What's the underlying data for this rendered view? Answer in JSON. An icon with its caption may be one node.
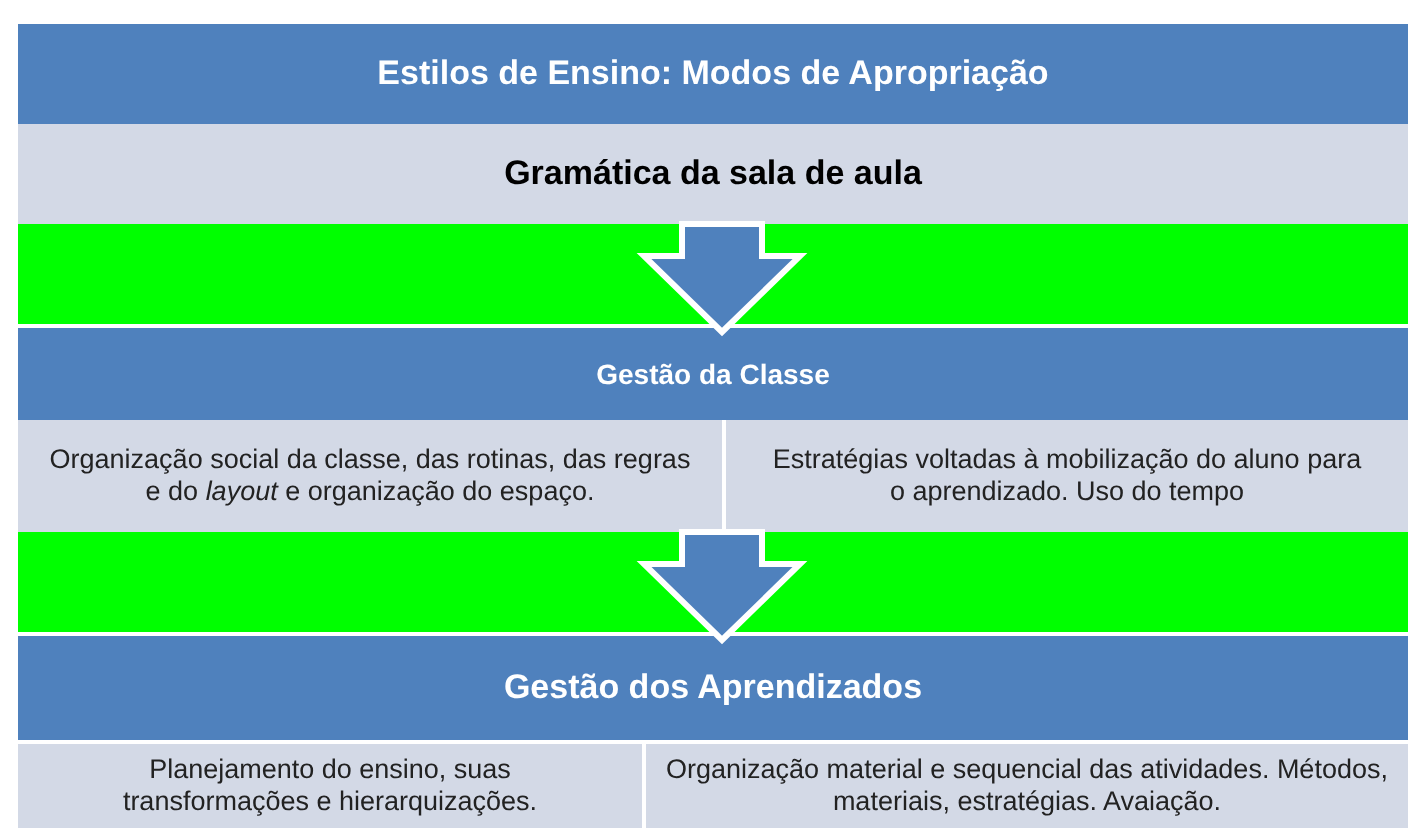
{
  "diagram": {
    "nodes": [
      {
        "text": [
          "Estilos de Ensino: Modos de Apropriação"
        ]
      },
      {
        "text": [
          "Gramática da sala de aula"
        ]
      },
      {
        "text": [
          "Gestão da Classe"
        ]
      },
      {
        "text": [
          "Organização social da classe, das rotinas, das regras e do *layout* e organização do espaço."
        ]
      },
      {
        "text": [
          "Estratégias voltadas à mobilização do aluno para o aprendizado. Uso do tempo"
        ]
      },
      {
        "text": [
          "Gestão dos Aprendizados"
        ]
      },
      {
        "text": [
          "Planejamento do ensino, suas transformações e hierarquizações."
        ]
      },
      {
        "text": [
          "Organização material e sequencial das atividades. Métodos, materiais, estratégias. Avaiação."
        ]
      }
    ],
    "edges": [
      {
        "from": 1,
        "to": 2,
        "arrow": "to"
      },
      {
        "from": 3,
        "to": 5,
        "arrow": "to"
      }
    ]
  }
}
